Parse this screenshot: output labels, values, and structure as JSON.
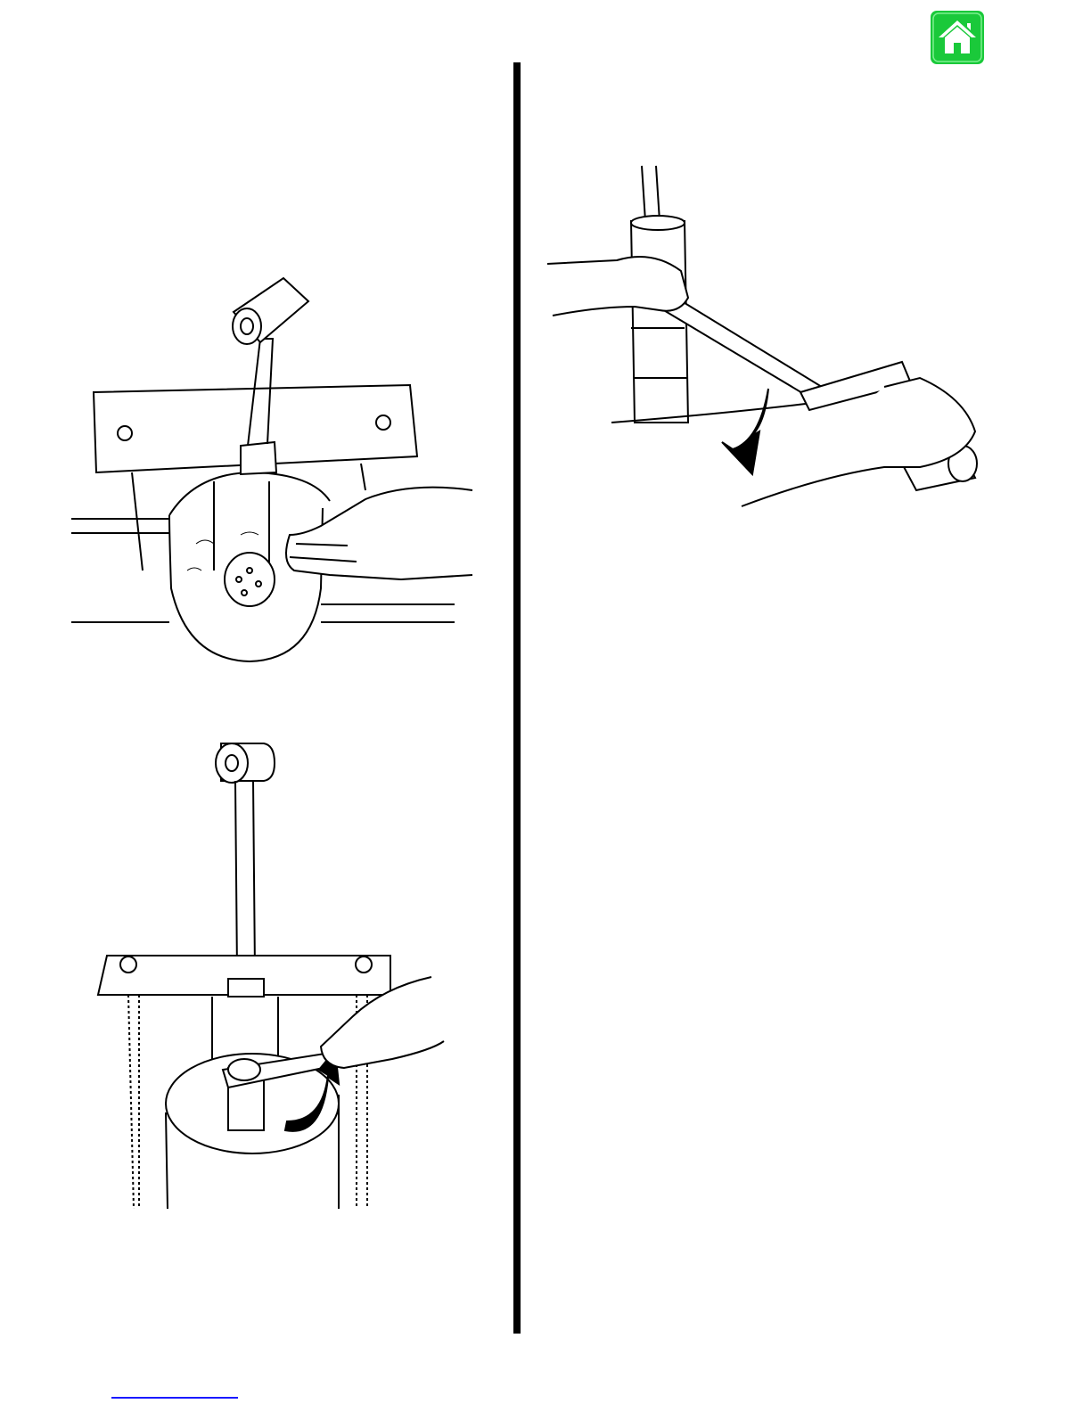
{
  "home_button": {
    "icon": "home-icon",
    "color": "#1ac93a"
  },
  "divider_color": "#000000",
  "figures": [
    {
      "name": "figure-top-left",
      "description_icon": "sleeve-puller-plate-icon"
    },
    {
      "name": "figure-bottom-left",
      "description_icon": "ratchet-wrench-puller-icon"
    },
    {
      "name": "figure-top-right",
      "description_icon": "hydraulic-ram-handle-icon"
    }
  ],
  "footer_link_color": "#1a1aff"
}
